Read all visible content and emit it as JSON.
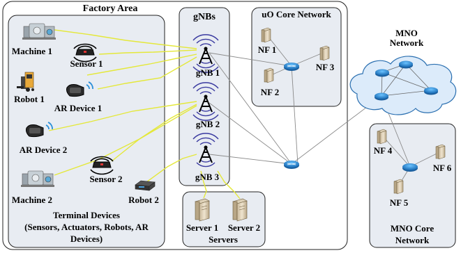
{
  "factory_area": {
    "title": "Factory Area"
  },
  "terminal_devices": {
    "title": "Terminal Devices",
    "subtitle_line1": "(Sensors, Actuators, Robots, AR",
    "subtitle_line2": "Devices)",
    "devices": [
      {
        "label": "Machine 1",
        "icon": "machine-icon"
      },
      {
        "label": "Sensor 1",
        "icon": "sensor-icon"
      },
      {
        "label": "Robot 1",
        "icon": "forklift-robot-icon"
      },
      {
        "label": "AR Device 1",
        "icon": "ar-headset-icon"
      },
      {
        "label": "AR Device 2",
        "icon": "ar-headset-icon"
      },
      {
        "label": "Sensor 2",
        "icon": "sensor-icon"
      },
      {
        "label": "Machine 2",
        "icon": "machine-icon"
      },
      {
        "label": "Robot 2",
        "icon": "robot-icon"
      }
    ]
  },
  "gnbs": {
    "title": "gNBs",
    "stations": [
      {
        "label": "gNB 1",
        "icon": "antenna-tower-icon"
      },
      {
        "label": "gNB 2",
        "icon": "antenna-tower-icon"
      },
      {
        "label": "gNB 3",
        "icon": "antenna-tower-icon"
      }
    ]
  },
  "servers": {
    "title": "Servers",
    "items": [
      {
        "label": "Server 1",
        "icon": "server-icon"
      },
      {
        "label": "Server 2",
        "icon": "server-icon"
      }
    ]
  },
  "uo_core": {
    "title": "uO Core Network",
    "functions": [
      {
        "label": "NF 1",
        "icon": "server-icon"
      },
      {
        "label": "NF 2",
        "icon": "server-icon"
      },
      {
        "label": "NF 3",
        "icon": "server-icon"
      }
    ]
  },
  "mno_network": {
    "title_line1": "MNO",
    "title_line2": "Network",
    "icon": "cloud-icon"
  },
  "mno_core": {
    "title_line1": "MNO Core",
    "title_line2": "Network",
    "functions": [
      {
        "label": "NF 4",
        "icon": "server-icon"
      },
      {
        "label": "NF 5",
        "icon": "server-icon"
      },
      {
        "label": "NF 6",
        "icon": "server-icon"
      }
    ]
  },
  "colors": {
    "panel_fill": "#e8ecf2",
    "panel_stroke": "#222222",
    "wireless_link": "#e4e83a",
    "wired_link": "#8a8a8a",
    "router": "#2a8fd8",
    "cloud_fill": "#dcebfa",
    "cloud_stroke": "#2a6fb0",
    "antenna_wave": "#3a3aa0"
  }
}
